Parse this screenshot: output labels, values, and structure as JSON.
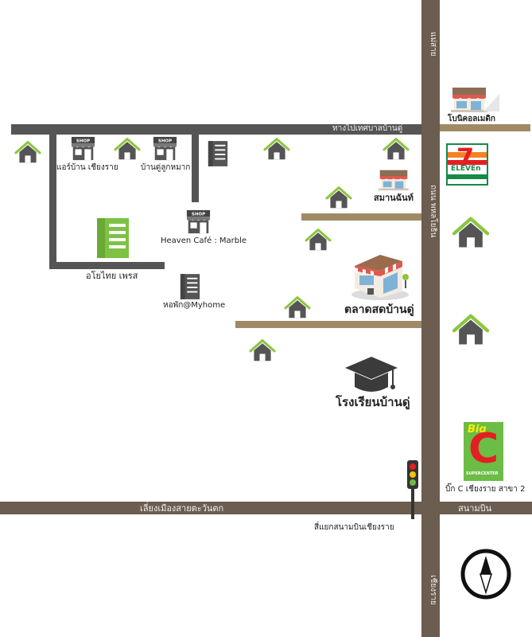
{
  "roads": {
    "top_road": "ทางไปเทศบาลบ้านดู่",
    "main_road_north": "แม่สาย",
    "main_road_mid": "ถนน พหลโยธิน",
    "main_road_south": "เชียงราย",
    "bypass_west": "เลี่ยงเมืองสายตะวันตก",
    "bypass_east": "สนามบิน"
  },
  "places": {
    "shop1": "แอร์บ้าน เชียงราย",
    "shop2": "บ้านดู่ลูกหมาก",
    "cafe": "Heaven Café : Marble",
    "dorm": "อโยไทย เพรส",
    "myhome": "หอพัก@Myhome",
    "convenience": "โบนิคอลเมดิก",
    "sman": "สมานฉันท์",
    "market": "ตลาดสดบ้านดู่",
    "school": "โรงเรียนบ้านดู่",
    "bigc": "บิ๊ก C เชียงราย สาขา 2",
    "intersection": "สี่แยกสนามบินเชียงราย"
  },
  "icons": {
    "shop_sign": "SHOP",
    "seven_eleven_top": "7",
    "seven_eleven_bottom": "ELEVEn",
    "bigc_top": "Big",
    "bigc_letter": "C",
    "bigc_sub": "SUPERCENTER"
  },
  "colors": {
    "house_green": "#8cc63f",
    "building_green": "#7dc243",
    "road_dark": "#555555",
    "road_brown": "#6b5d4f"
  }
}
